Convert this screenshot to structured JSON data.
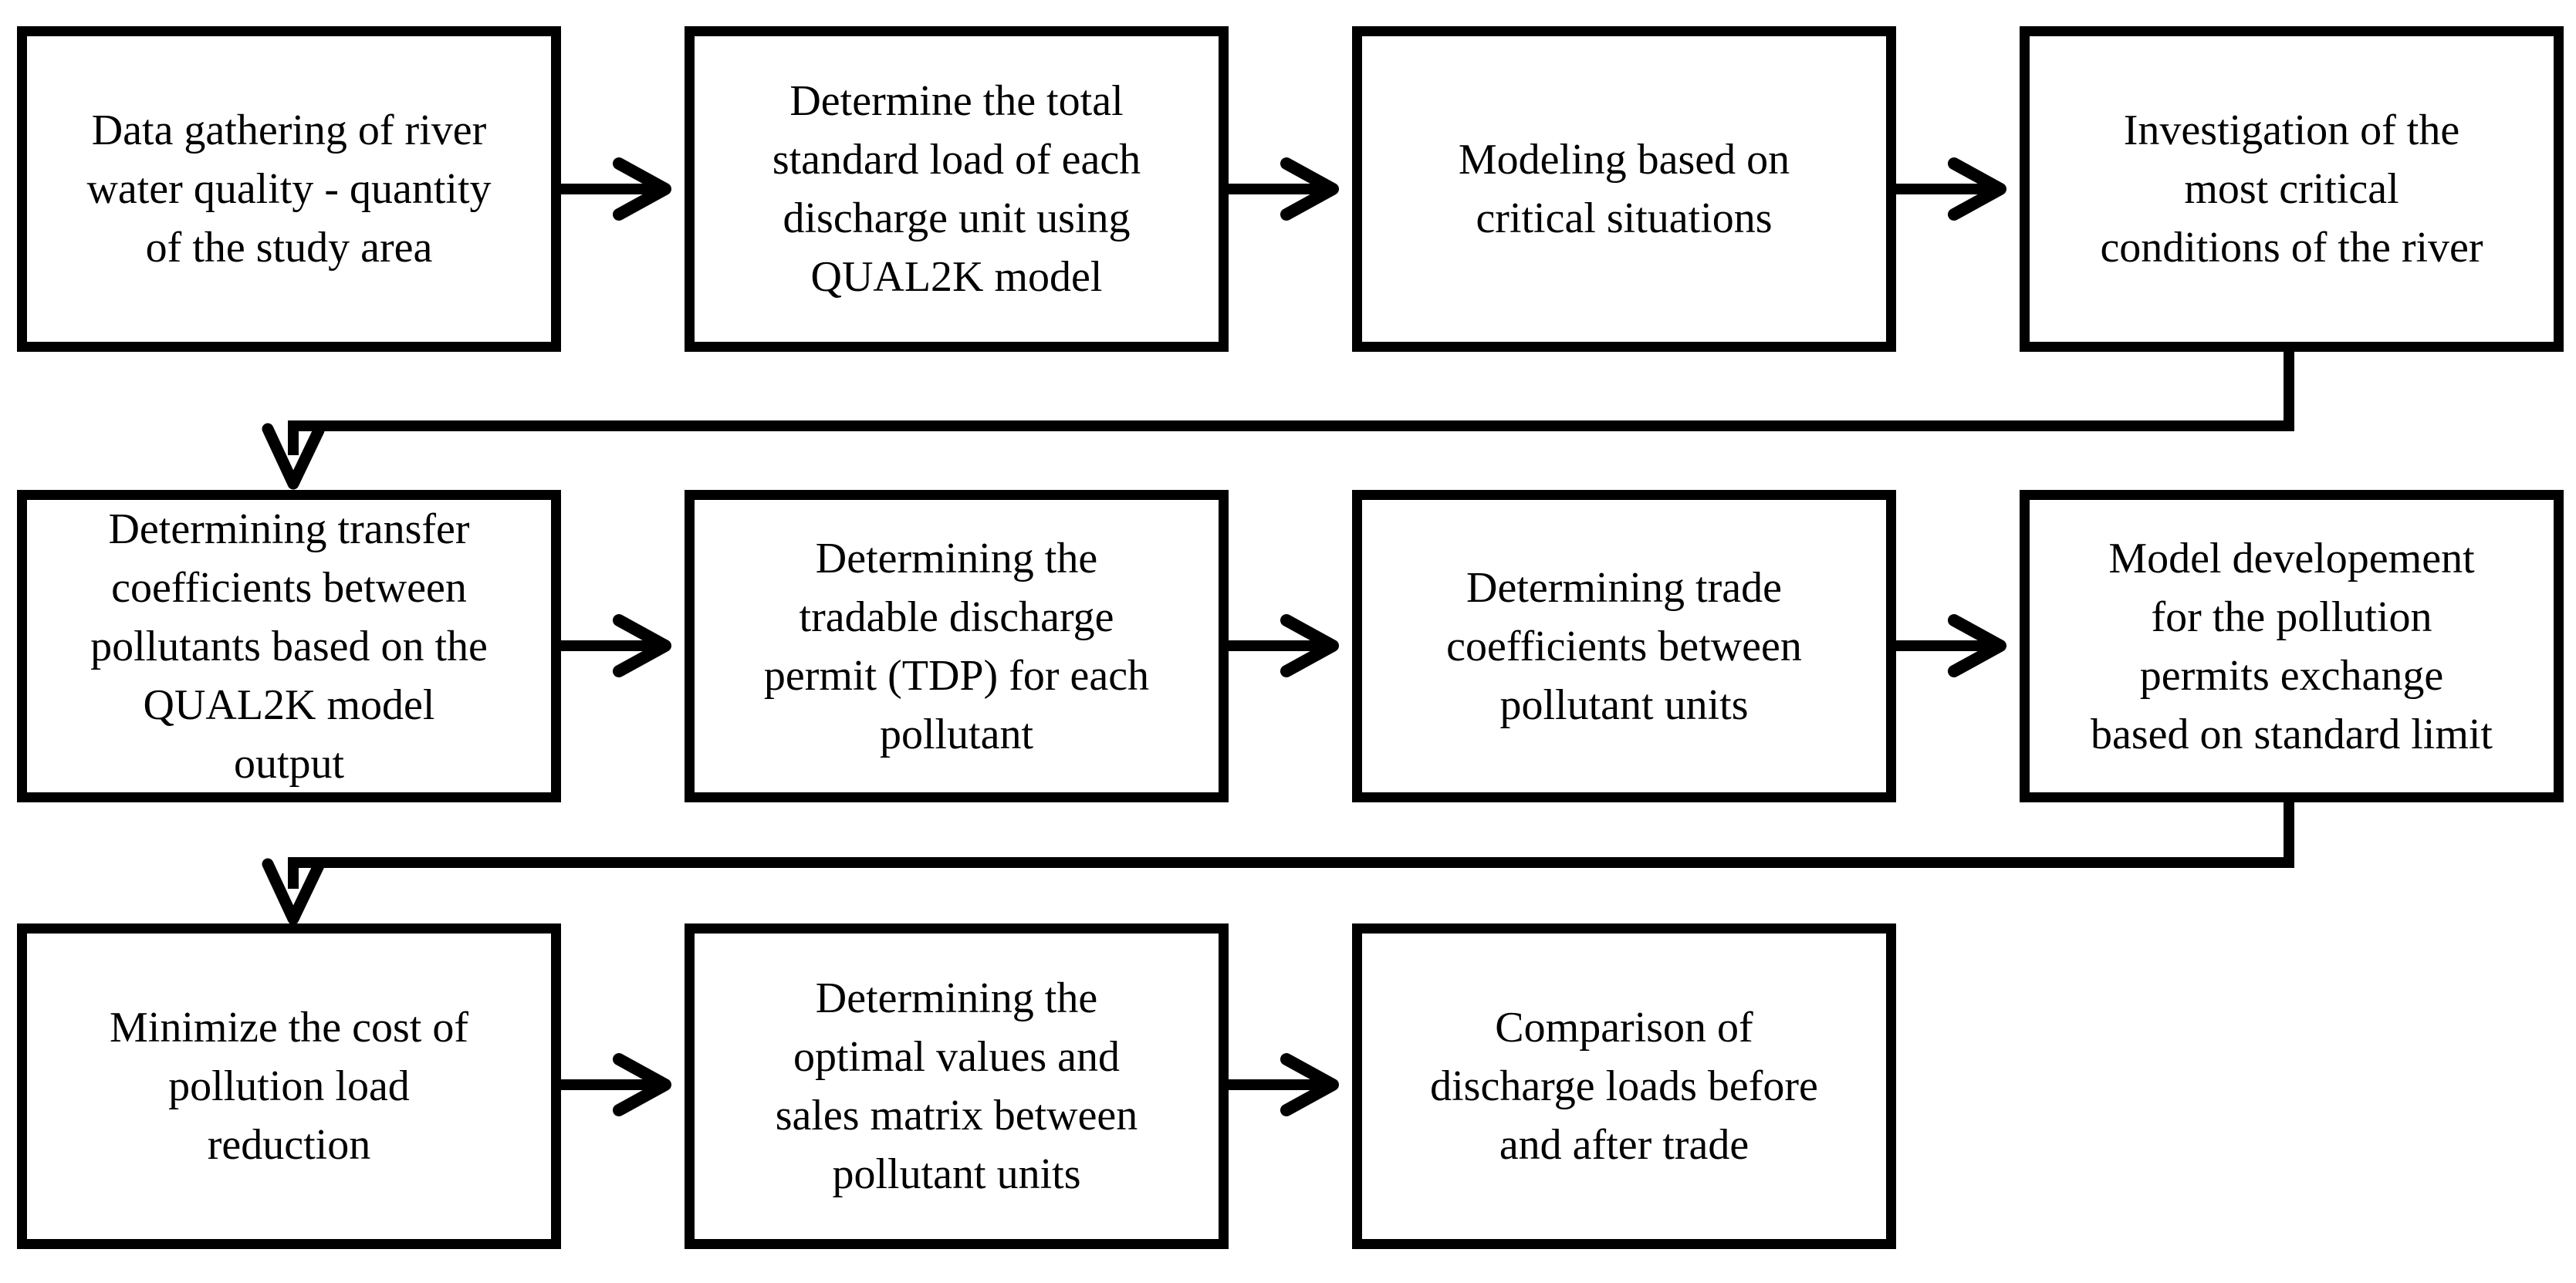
{
  "diagram": {
    "type": "flowchart",
    "background_color": "#ffffff",
    "line_color": "#000000",
    "text_color": "#000000",
    "steps": [
      {
        "id": 1,
        "row": 1,
        "col": 1,
        "label": "Data gathering of river\nwater quality - quantity\nof the study area"
      },
      {
        "id": 2,
        "row": 1,
        "col": 2,
        "label": "Determine the total\nstandard load of each\ndischarge unit using\nQUAL2K model"
      },
      {
        "id": 3,
        "row": 1,
        "col": 3,
        "label": "Modeling based on\ncritical situations"
      },
      {
        "id": 4,
        "row": 1,
        "col": 4,
        "label": "Investigation of the\nmost critical\nconditions of the river"
      },
      {
        "id": 5,
        "row": 2,
        "col": 1,
        "label": "Determining transfer\ncoefficients between\npollutants based on the\nQUAL2K model\noutput"
      },
      {
        "id": 6,
        "row": 2,
        "col": 2,
        "label": "Determining the\ntradable discharge\npermit (TDP) for each\npollutant"
      },
      {
        "id": 7,
        "row": 2,
        "col": 3,
        "label": "Determining trade\ncoefficients between\npollutant units"
      },
      {
        "id": 8,
        "row": 2,
        "col": 4,
        "label": "Model developement\nfor the pollution\npermits exchange\nbased on standard limit"
      },
      {
        "id": 9,
        "row": 3,
        "col": 1,
        "label": "Minimize the cost of\npollution load\nreduction"
      },
      {
        "id": 10,
        "row": 3,
        "col": 2,
        "label": "Determining the\noptimal values and\nsales matrix between\npollutant units"
      },
      {
        "id": 11,
        "row": 3,
        "col": 3,
        "label": "Comparison of\ndischarge loads before\nand after trade"
      }
    ],
    "connectors": [
      {
        "from": 1,
        "to": 2,
        "shape": "straight-right",
        "arrowhead": "open-chevron"
      },
      {
        "from": 2,
        "to": 3,
        "shape": "straight-right",
        "arrowhead": "open-chevron"
      },
      {
        "from": 3,
        "to": 4,
        "shape": "straight-right",
        "arrowhead": "open-chevron"
      },
      {
        "from": 4,
        "to": 5,
        "shape": "elbow-down-left-down",
        "arrowhead": "open-chevron"
      },
      {
        "from": 5,
        "to": 6,
        "shape": "straight-right",
        "arrowhead": "open-chevron"
      },
      {
        "from": 6,
        "to": 7,
        "shape": "straight-right",
        "arrowhead": "open-chevron"
      },
      {
        "from": 7,
        "to": 8,
        "shape": "straight-right",
        "arrowhead": "open-chevron"
      },
      {
        "from": 8,
        "to": 9,
        "shape": "elbow-down-left-down",
        "arrowhead": "open-chevron"
      },
      {
        "from": 9,
        "to": 10,
        "shape": "straight-right",
        "arrowhead": "open-chevron"
      },
      {
        "from": 10,
        "to": 11,
        "shape": "straight-right",
        "arrowhead": "open-chevron"
      }
    ]
  }
}
